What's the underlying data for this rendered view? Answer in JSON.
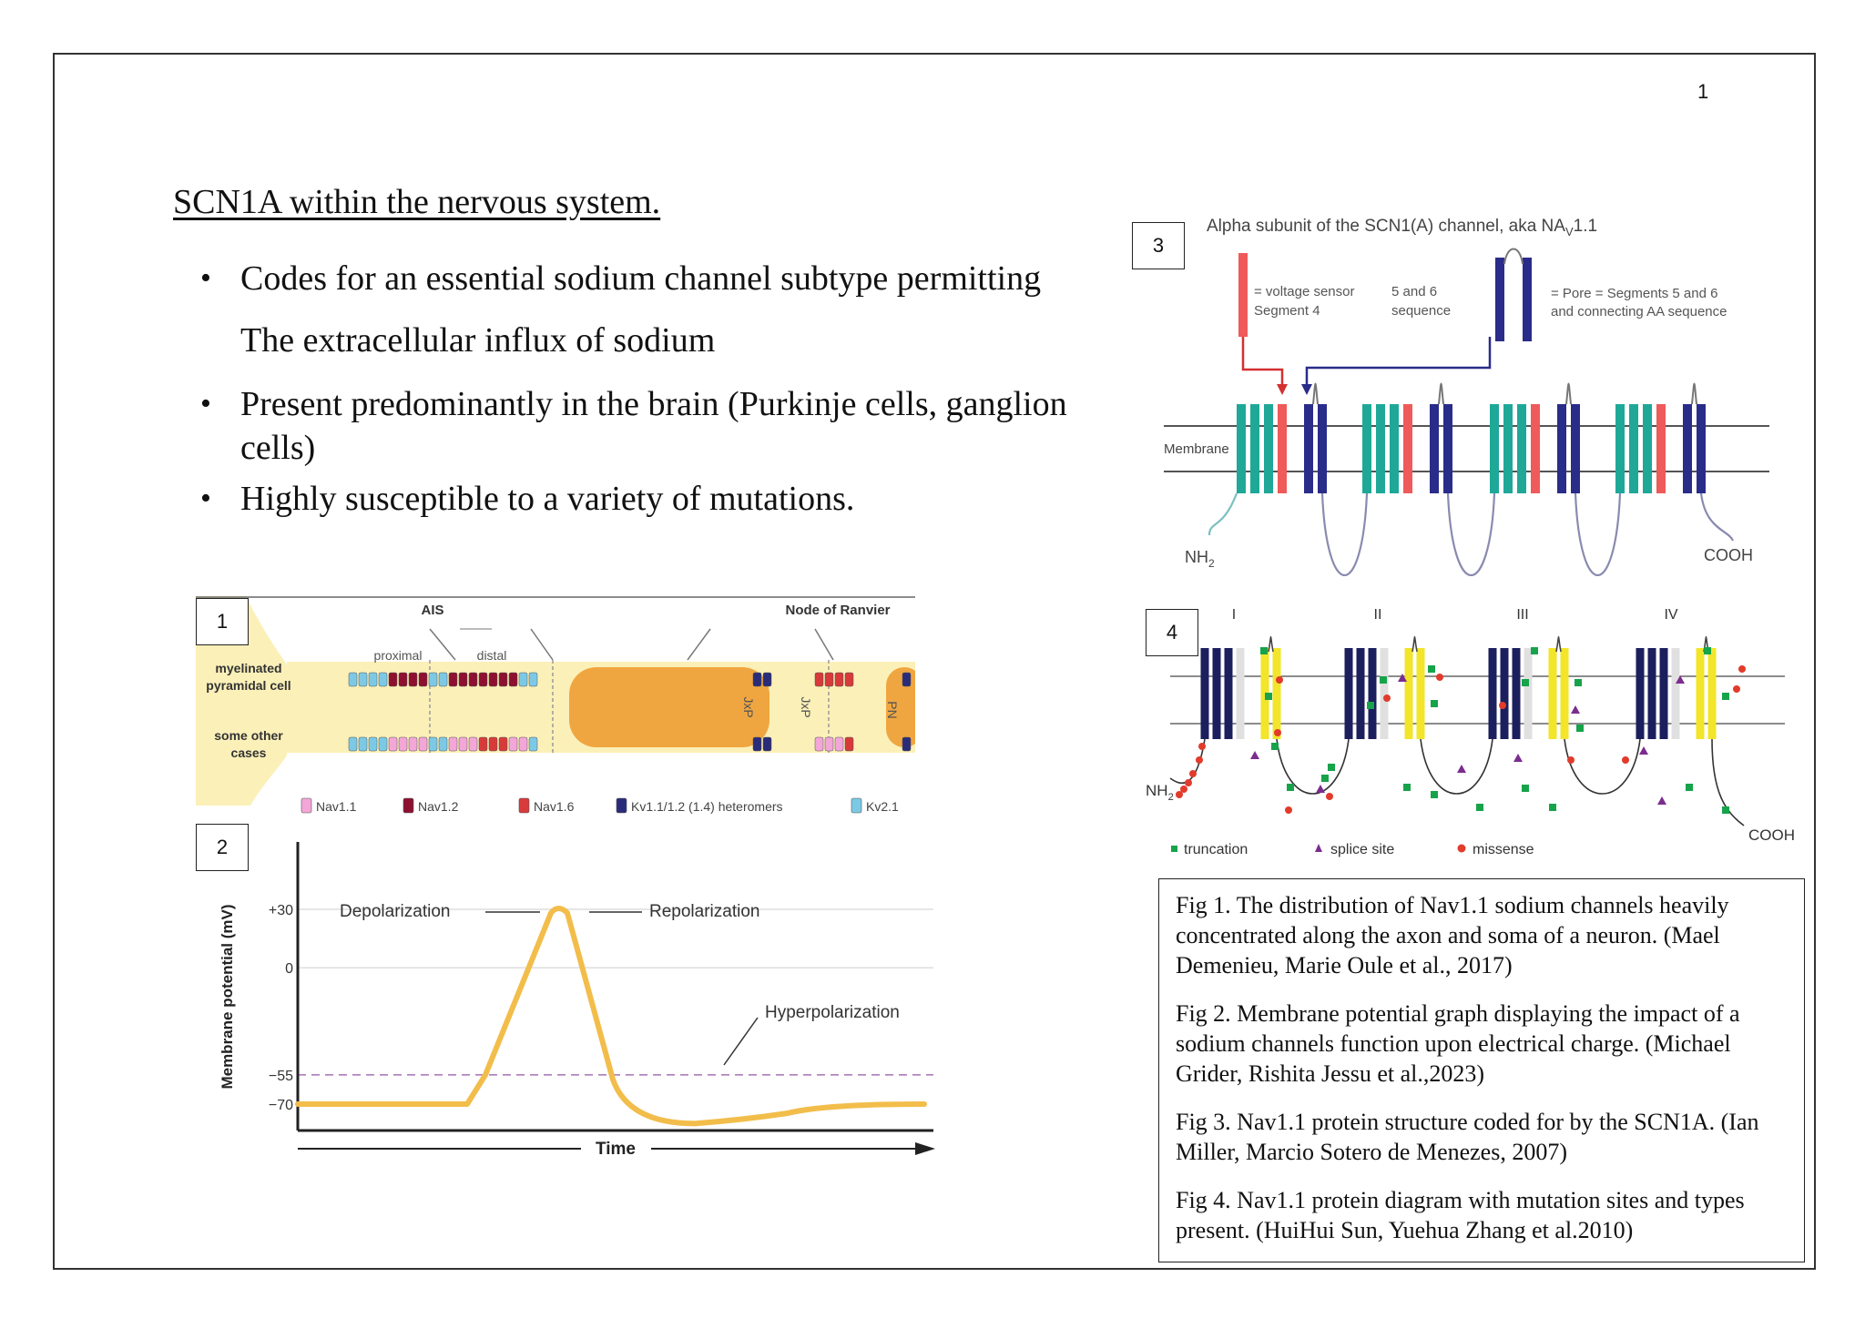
{
  "page": {
    "number": "1",
    "title": "SCN1A within the nervous system.",
    "bullets": [
      {
        "line1": "Codes for an essential sodium channel subtype permitting",
        "line2": "The extracellular influx of sodium"
      },
      {
        "line1": "Present predominantly in the brain (Purkinje cells, ganglion cells)"
      },
      {
        "line1": "Highly susceptible to a variety of mutations."
      }
    ]
  },
  "fig1": {
    "tag": "1",
    "ais": "AIS",
    "node": "Node of Ranvier",
    "proximal": "proximal",
    "distal": "distal",
    "row1": "myelinated pyramidal cell",
    "row2": "some other cases",
    "jxp": "JxP",
    "pn": "PN",
    "legend": [
      "Nav1.1",
      "Nav1.2",
      "Nav1.6",
      "Kv1.1/1.2 (1.4) heteromers",
      "Kv2.1"
    ],
    "colors": {
      "nav11": "#f3a6d8",
      "nav12": "#8e1030",
      "nav16": "#d83a3a",
      "kv1": "#2a2c7a",
      "kv21": "#7cc9e6",
      "axon": "#fbf0b8",
      "myelin": "#f0a640"
    }
  },
  "fig2": {
    "tag": "2",
    "ylabel": "Membrane potential (mV)",
    "yticks": [
      "+30",
      "0",
      "−55",
      "−70"
    ],
    "xlabel": "Time",
    "labels": {
      "depol": "Depolarization",
      "repol": "Repolarization",
      "hyper": "Hyperpolarization"
    },
    "resting_mv": -70,
    "threshold_mv": -55,
    "peak_mv": 30,
    "trough_mv": -80,
    "curve_color": "#f2bd4a"
  },
  "fig3": {
    "tag": "3",
    "title": "Alpha subunit of the SCN1(A) channel, aka NA",
    "title_sub": "V",
    "title_end": "1.1",
    "vs_label1": "= voltage sensor",
    "vs_label2": "Segment 4",
    "seq1": "5 and 6",
    "seq2": "sequence",
    "pore1": "= Pore = Segments 5 and 6",
    "pore2": "and connecting AA sequence",
    "membrane": "Membrane",
    "nh2": "NH",
    "nh2_sub": "2",
    "cooh": "COOH",
    "colors": {
      "s1to3": "#1fa898",
      "s4": "#ef5a5a",
      "pore": "#2a2c8a"
    }
  },
  "fig4": {
    "tag": "4",
    "domains": [
      "I",
      "II",
      "III",
      "IV"
    ],
    "nh2": "NH",
    "nh2_sub": "2",
    "cooh": "COOH",
    "legend": {
      "truncation": "truncation",
      "splice": "splice site",
      "missense": "missense"
    },
    "colors": {
      "helix": "#1c1f5e",
      "s4": "#e0e0e0",
      "pore": "#f2e52a",
      "truncation": "#17a34a",
      "splice": "#7b2d8e",
      "missense": "#e23b2b"
    }
  },
  "captions": [
    "Fig 1. The distribution of Nav1.1 sodium channels heavily concentrated along the axon and soma of a neuron. (Mael Demenieu, Marie Oule et al., 2017)",
    "Fig 2. Membrane potential graph displaying the impact of a sodium channels function upon electrical charge. (Michael Grider, Rishita Jessu et al.,2023)",
    "Fig 3. Nav1.1 protein structure coded for by the SCN1A. (Ian Miller, Marcio Sotero de Menezes, 2007)",
    "Fig 4. Nav1.1 protein diagram with mutation sites and types present. (HuiHui Sun, Yuehua Zhang et al.2010)"
  ]
}
